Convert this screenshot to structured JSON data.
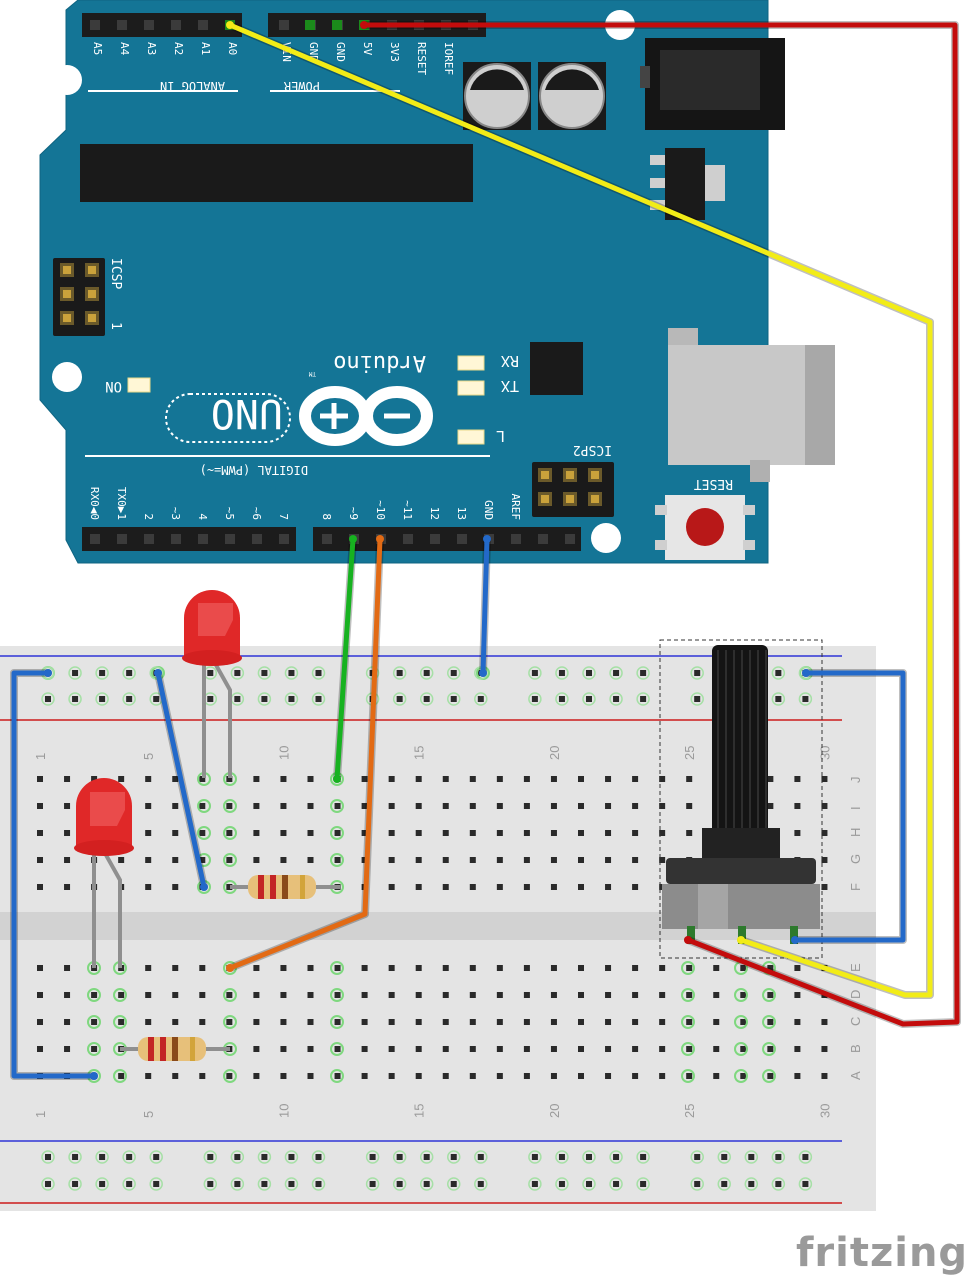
{
  "board": {
    "analog_header": [
      "A5",
      "A4",
      "A3",
      "A2",
      "A1",
      "A0"
    ],
    "analog_caption": "ANALOG IN",
    "power_header": [
      "VIN",
      "GND",
      "GND",
      "5V",
      "3V3",
      "RESET",
      "IOREF"
    ],
    "power_caption": "POWER",
    "icsp_label": "ICSP",
    "icsp_pin1": "1",
    "icsp2_label": "ICSP2",
    "on_label": "ON",
    "rx_label": "RX",
    "tx_label": "TX",
    "l_label": "L",
    "brand": "Arduino",
    "tm": "TM",
    "model": "UNO",
    "digital_caption": "DIGITAL (PWM=~)",
    "digital_low": [
      "RX0◀0",
      "TX0▶1",
      "2",
      "~3",
      "4",
      "~5",
      "~6",
      "7"
    ],
    "digital_high": [
      "8",
      "~9",
      "~10",
      "~11",
      "12",
      "13",
      "GND",
      "AREF"
    ],
    "reset_label": "RESET"
  },
  "breadboard": {
    "col_numbers": [
      "1",
      "5",
      "10",
      "15",
      "20",
      "25",
      "30"
    ],
    "row_letters_top": [
      "J",
      "I",
      "H",
      "G",
      "F"
    ],
    "row_letters_bottom": [
      "E",
      "D",
      "C",
      "B",
      "A"
    ]
  },
  "wires": [
    {
      "name": "a0-to-pot-wiper",
      "color": "#f2ec17"
    },
    {
      "name": "5v-to-pot",
      "color": "#c30c0c"
    },
    {
      "name": "pin9-to-led",
      "color": "#17b220"
    },
    {
      "name": "pin10-to-led",
      "color": "#e26a14"
    },
    {
      "name": "gnd-to-rail",
      "color": "#2369c9"
    }
  ],
  "footer": {
    "logo": "fritzing"
  }
}
